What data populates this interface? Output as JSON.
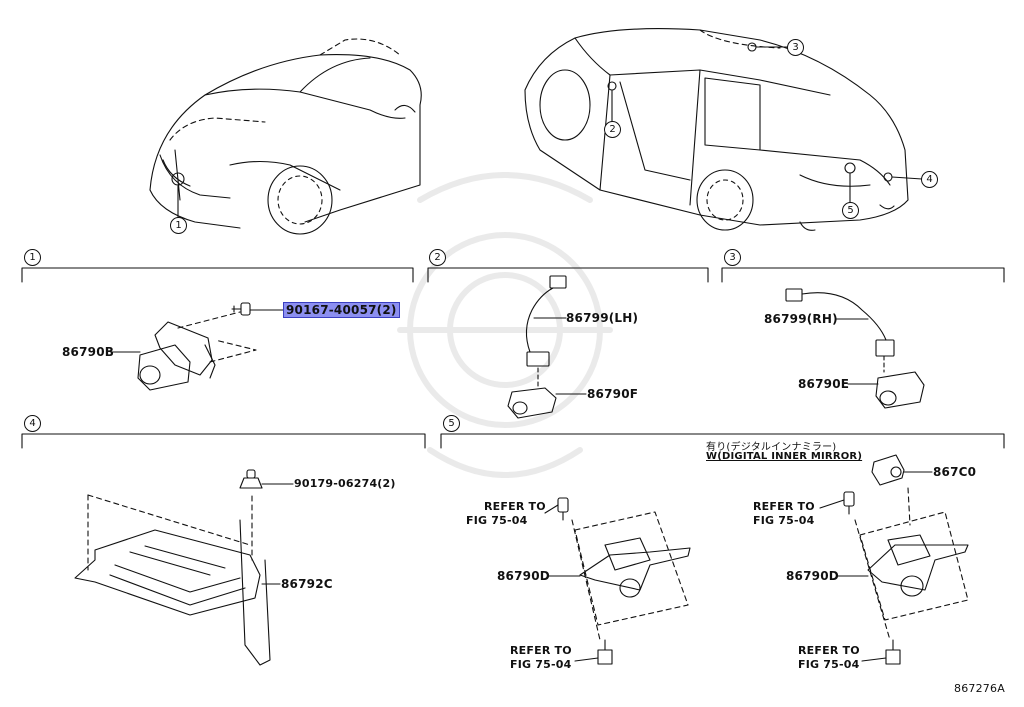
{
  "callouts": {
    "car_front": [
      "1"
    ],
    "car_rear": [
      "2",
      "3",
      "4",
      "5"
    ],
    "sections": [
      "1",
      "2",
      "3",
      "4",
      "5"
    ]
  },
  "parts": {
    "s1_bolt": "90167-40057(2)",
    "s1_camera": "86790B",
    "s2_harness": "86799(LH)",
    "s2_camera": "86790F",
    "s3_harness": "86799(RH)",
    "s3_camera": "86790E",
    "s4_nut": "90179-06274(2)",
    "s4_ecu": "86792C",
    "s5_camera_a": "86790D",
    "s5_camera_b": "86790D",
    "s5_module": "867C0"
  },
  "notes": {
    "refer_line1": "REFER TO",
    "refer_line2": "FIG 75-04",
    "option_jp": "有り(デジタルインナミラー)",
    "option_en": "W(DIGITAL INNER MIRROR)"
  },
  "figure_id": "867276A",
  "colors": {
    "highlight": "#8c8ff0",
    "line": "#111111"
  }
}
